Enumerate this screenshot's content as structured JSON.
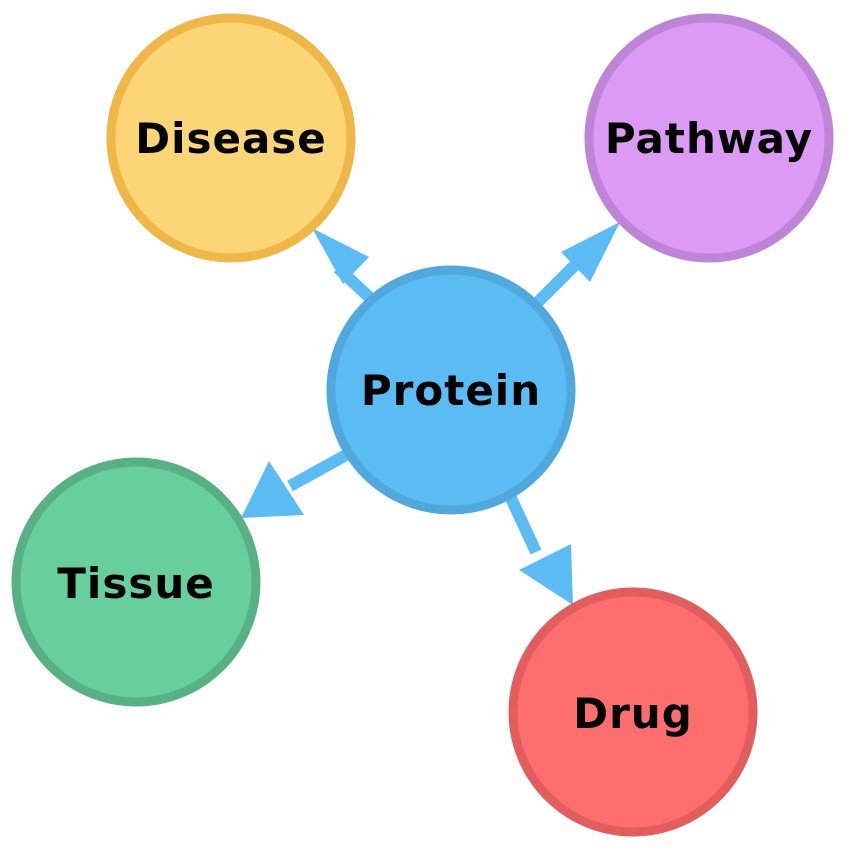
{
  "diagram": {
    "center": {
      "label": "Protein",
      "fill": "#5BBCF3",
      "stroke": "#4FA9DC"
    },
    "nodes": [
      {
        "key": "disease",
        "label": "Disease",
        "fill": "#FCD576",
        "stroke": "#EEB748"
      },
      {
        "key": "pathway",
        "label": "Pathway",
        "fill": "#DB9BF5",
        "stroke": "#BE84D6"
      },
      {
        "key": "tissue",
        "label": "Tissue",
        "fill": "#67CF9C",
        "stroke": "#58B184"
      },
      {
        "key": "drug",
        "label": "Drug",
        "fill": "#FF6E6E",
        "stroke": "#E25E5E"
      }
    ],
    "edges": [
      {
        "from": "center",
        "to": "disease",
        "direction": "outgoing"
      },
      {
        "from": "center",
        "to": "pathway",
        "direction": "outgoing"
      },
      {
        "from": "center",
        "to": "tissue",
        "direction": "outgoing"
      },
      {
        "from": "center",
        "to": "drug",
        "direction": "outgoing"
      }
    ],
    "arrow_color": "#5BBCF3"
  }
}
